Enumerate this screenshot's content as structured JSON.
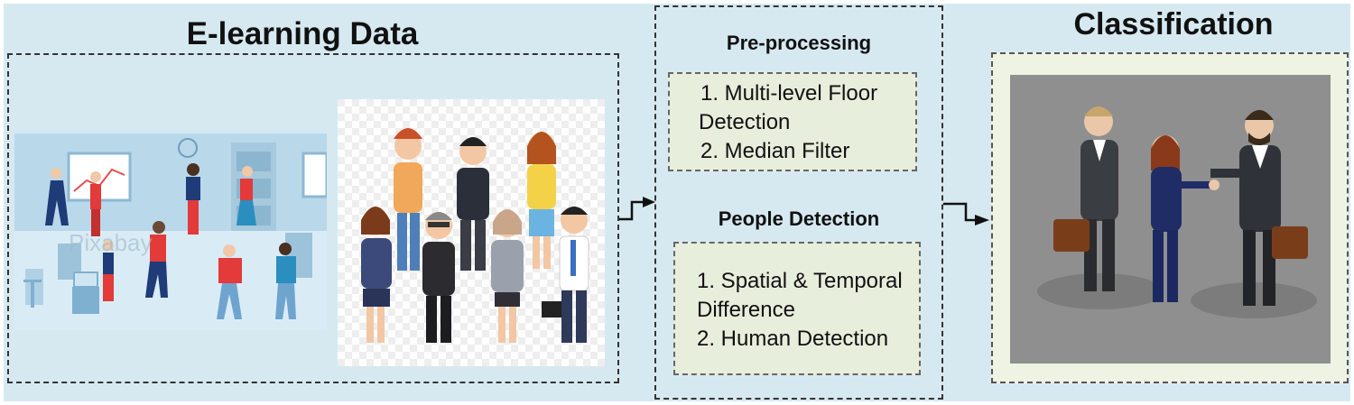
{
  "sections": {
    "elearning": {
      "title": "E-learning Data",
      "watermark": "Pixabay"
    },
    "preprocessing": {
      "title": "Pre-processing",
      "items": [
        "1. Multi-level Floor",
        "Detection",
        "2. Median Filter"
      ]
    },
    "people_detection": {
      "title": "People Detection",
      "items": [
        "1. Spatial & Temporal",
        "Difference",
        "2. Human Detection"
      ]
    },
    "classification": {
      "title": "Classification"
    }
  },
  "colors": {
    "background": "#d6e9f1",
    "step_box": "#e7eedc",
    "classification_frame": "#eef3e3",
    "classification_bg": "#8f8f8f"
  }
}
